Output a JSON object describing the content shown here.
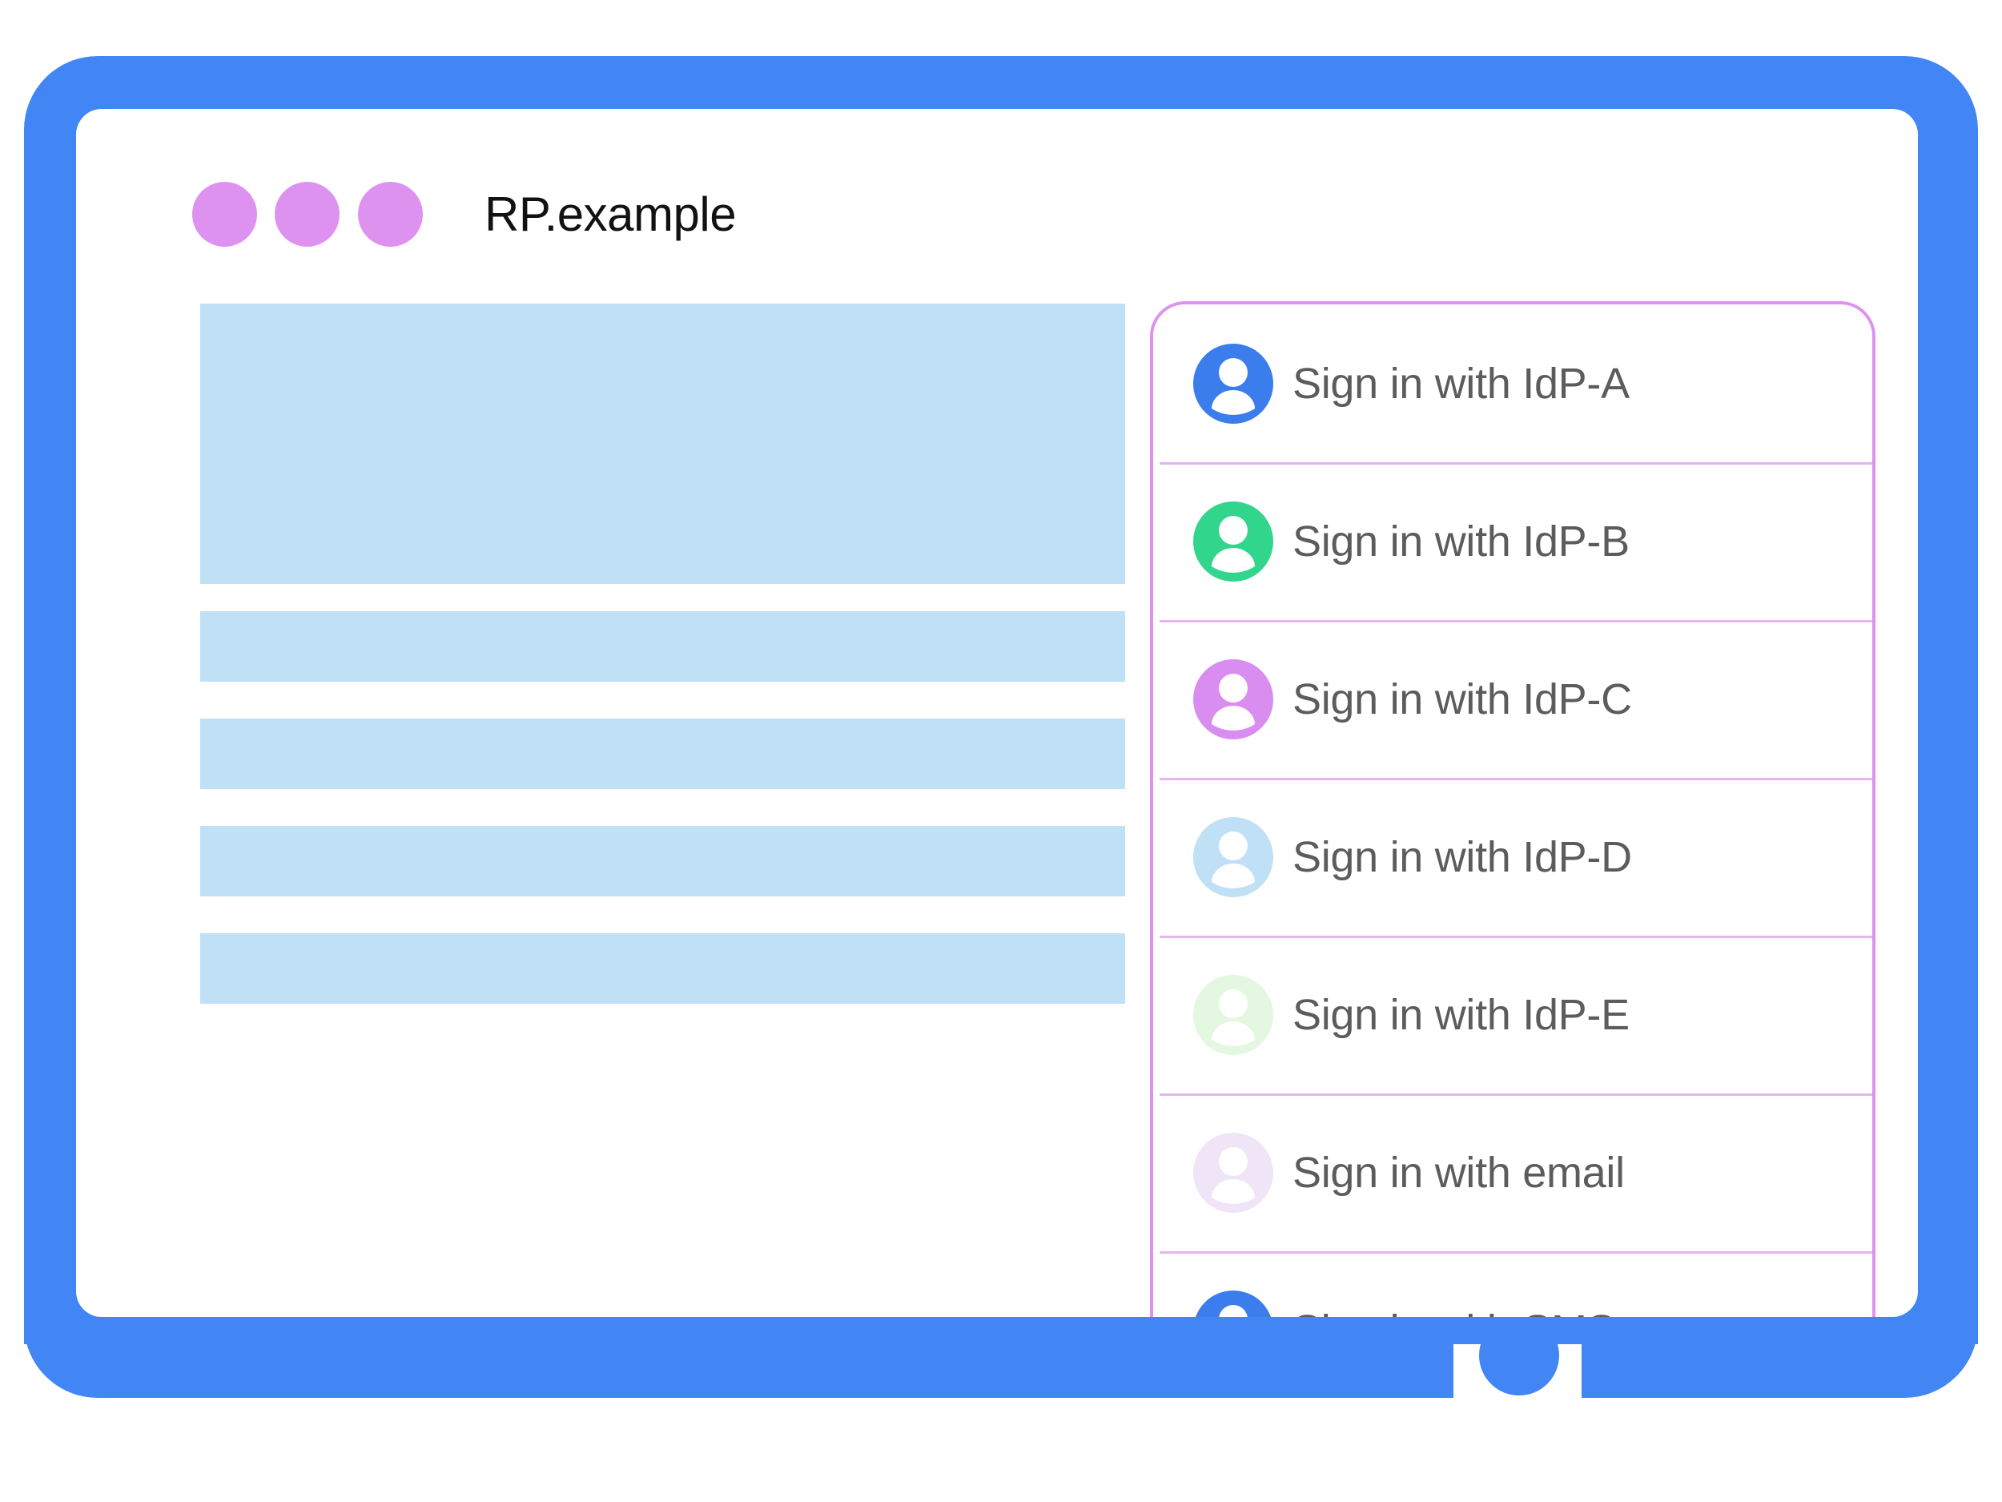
{
  "browser": {
    "title": "RP.example",
    "window_dots": [
      "window-dot-1",
      "window-dot-2",
      "window-dot-3"
    ],
    "dot_color": "#de92f0",
    "frame_color": "#4285f4",
    "home_button": "home-button"
  },
  "content": {
    "skeleton_color": "#bfe0f5",
    "blocks": [
      {
        "name": "hero-placeholder",
        "kind": "hero"
      },
      {
        "name": "text-line-placeholder-1",
        "kind": "bar"
      },
      {
        "name": "text-line-placeholder-2",
        "kind": "bar"
      },
      {
        "name": "text-line-placeholder-3",
        "kind": "bar"
      },
      {
        "name": "text-line-placeholder-4",
        "kind": "bar"
      }
    ]
  },
  "account_chooser": {
    "border_color": "#dd92ef",
    "divider_color": "#e4b4f3",
    "label_color": "#5c5c5c",
    "items": [
      {
        "label": "Sign in with IdP-A",
        "avatar_color": "#3b7ded",
        "icon": "account-avatar-icon"
      },
      {
        "label": "Sign in with IdP-B",
        "avatar_color": "#32d58c",
        "icon": "account-avatar-icon"
      },
      {
        "label": "Sign in with IdP-C",
        "avatar_color": "#d98df0",
        "icon": "account-avatar-icon"
      },
      {
        "label": "Sign in with IdP-D",
        "avatar_color": "#bfe0f5",
        "icon": "account-avatar-icon"
      },
      {
        "label": "Sign in with IdP-E",
        "avatar_color": "#e4f7e0",
        "icon": "account-avatar-icon"
      },
      {
        "label": "Sign in with email",
        "avatar_color": "#f0e4f7",
        "icon": "account-avatar-icon"
      },
      {
        "label": "Sign in with SMS",
        "avatar_color": "#3b7ded",
        "icon": "account-avatar-icon"
      }
    ]
  }
}
